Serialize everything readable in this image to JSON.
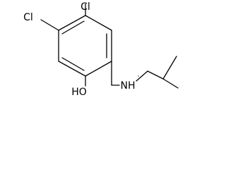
{
  "molecule": {
    "atoms": {
      "cl_top": "Cl",
      "cl_left": "Cl",
      "hydroxyl": "HO",
      "amine": "NH"
    },
    "colors": {
      "bond": "#000000",
      "label": "#000000",
      "background": "#ffffff"
    }
  }
}
